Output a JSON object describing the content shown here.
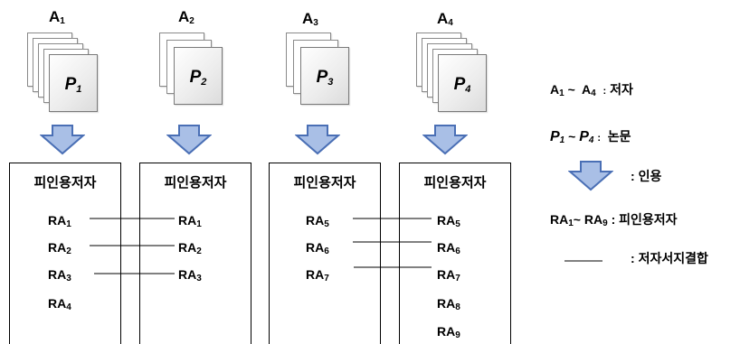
{
  "authors": [
    {
      "letter": "A",
      "sub": "1",
      "paper_letter": "P",
      "paper_sub": "1"
    },
    {
      "letter": "A",
      "sub": "2",
      "paper_letter": "P",
      "paper_sub": "2"
    },
    {
      "letter": "A",
      "sub": "3",
      "paper_letter": "P",
      "paper_sub": "3"
    },
    {
      "letter": "A",
      "sub": "4",
      "paper_letter": "P",
      "paper_sub": "4"
    }
  ],
  "boxes": [
    {
      "title": "피인용저자",
      "items": [
        {
          "t": "RA",
          "s": "1"
        },
        {
          "t": "RA",
          "s": "2"
        },
        {
          "t": "RA",
          "s": "3"
        },
        {
          "t": "RA",
          "s": "4"
        }
      ]
    },
    {
      "title": "피인용저자",
      "items": [
        {
          "t": "RA",
          "s": "1"
        },
        {
          "t": "RA",
          "s": "2"
        },
        {
          "t": "RA",
          "s": "3"
        }
      ]
    },
    {
      "title": "피인용저자",
      "items": [
        {
          "t": "RA",
          "s": "5"
        },
        {
          "t": "RA",
          "s": "6"
        },
        {
          "t": "RA",
          "s": "7"
        }
      ]
    },
    {
      "title": "피인용저자",
      "items": [
        {
          "t": "RA",
          "s": "5"
        },
        {
          "t": "RA",
          "s": "6"
        },
        {
          "t": "RA",
          "s": "7"
        },
        {
          "t": "RA",
          "s": "8"
        },
        {
          "t": "RA",
          "s": "9"
        }
      ]
    }
  ],
  "legend": {
    "authors": {
      "a1": "A",
      "s1": "1",
      "tilde": "~",
      "a2": "A",
      "s2": "4",
      "colon": ":",
      "desc": "저자"
    },
    "papers": {
      "p1": "P",
      "s1": "1",
      "tilde": "~",
      "p2": "P",
      "s2": "4",
      "colon": ":",
      "desc": "논문"
    },
    "citation": {
      "colon": ":",
      "desc": "인용"
    },
    "cited": {
      "a1": "RA",
      "s1": "1",
      "tilde": "~",
      "a2": "RA",
      "s2": "9",
      "colon": ":",
      "desc": "피인용저자"
    },
    "coupling": {
      "colon": ":",
      "desc": "저자서지결합"
    }
  },
  "colors": {
    "arrow_fill": "#a9bfe6",
    "arrow_stroke": "#4a6fb5",
    "box_border": "#000000"
  }
}
